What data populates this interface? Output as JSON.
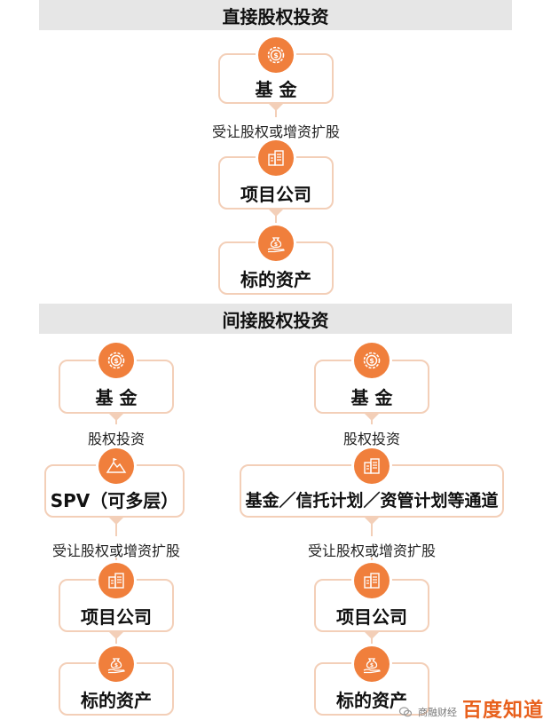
{
  "sections": {
    "direct_title": "直接股权投资",
    "indirect_title": "间接股权投资"
  },
  "direct": {
    "fund": "基 金",
    "edge1": "受让股权或增资扩股",
    "project": "项目公司",
    "edge2": "",
    "asset": "标的资产"
  },
  "indirect_left": {
    "fund": "基 金",
    "edge1": "股权投资",
    "spv": "SPV（可多层）",
    "edge2": "受让股权或增资扩股",
    "project": "项目公司",
    "asset": "标的资产"
  },
  "indirect_right": {
    "fund": "基 金",
    "edge1": "股权投资",
    "channel": "基金／信托计划／资管计划等通道",
    "edge2": "受让股权或增资扩股",
    "project": "项目公司",
    "asset": "标的资产"
  },
  "icons": {
    "fund": "gear-dollar-icon",
    "project": "building-icon",
    "asset": "hand-money-bag-icon",
    "spv": "mountain-icon"
  },
  "colors": {
    "accent": "#f07f3c",
    "box_border": "#f3cfb8",
    "band": "#e6e6e6",
    "watermark": "#e8601c"
  },
  "watermark": {
    "small": "商融财经",
    "big": "百度知道"
  }
}
